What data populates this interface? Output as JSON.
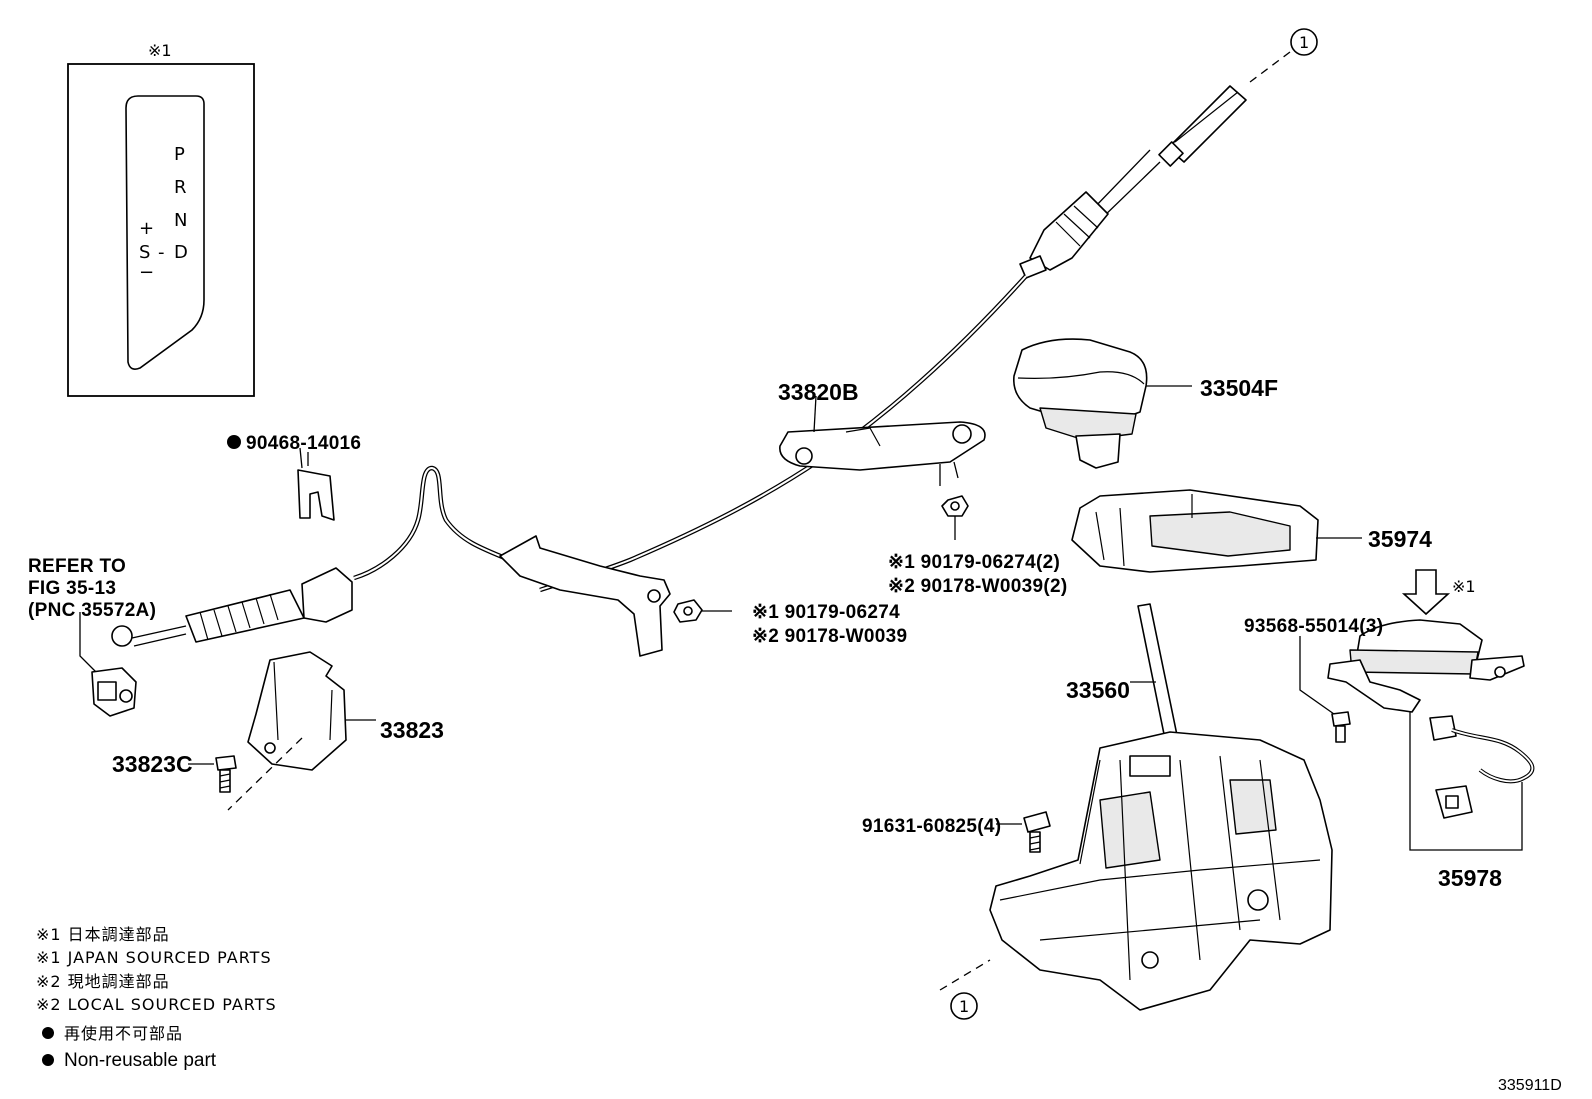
{
  "figure_id": "335911D",
  "inset": {
    "mark": "※1",
    "gear_p": "P",
    "gear_r": "R",
    "gear_n": "N",
    "gear_d": "D",
    "gear_plus": "+",
    "gear_s": "S",
    "gear_dash": "-",
    "gear_minus": "−"
  },
  "refer": {
    "line1": "REFER TO",
    "line2": "FIG 35-13",
    "line3": "(PNC 35572A)"
  },
  "parts": {
    "p90468": "90468-14016",
    "p33820B": "33820B",
    "p33504F": "33504F",
    "p35974": "35974",
    "p90179_2_a": "※1 90179-06274(2)",
    "p90178_2_b": "※2 90178-W0039(2)",
    "p90179_a": "※1 90179-06274",
    "p90178_b": "※2 90178-W0039",
    "p93568": "93568-55014(3)",
    "p35978_mark": "※1",
    "p33560": "33560",
    "p33823": "33823",
    "p33823C": "33823C",
    "p91631": "91631-60825(4)",
    "p35978": "35978",
    "ref_circle": "1"
  },
  "legend": {
    "l1": "※1 日本調達部品",
    "l2": "※1 JAPAN SOURCED PARTS",
    "l3": "※2 現地調達部品",
    "l4": "※2 LOCAL SOURCED PARTS",
    "l5": "再使用不可部品",
    "l6": "Non-reusable part"
  }
}
